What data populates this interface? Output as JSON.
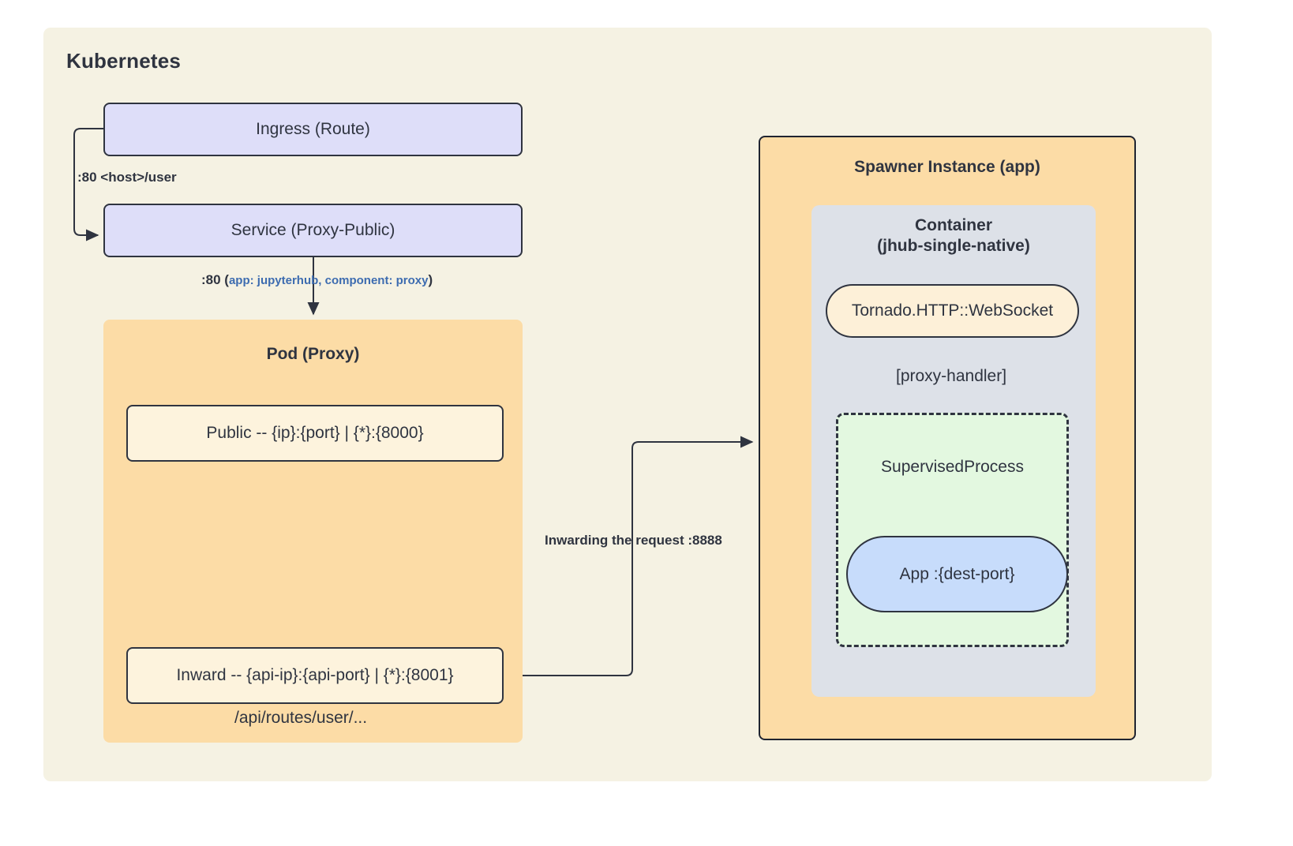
{
  "diagram": {
    "title": "Kubernetes",
    "boundary_name": "Kubernetes"
  },
  "k8s_nodes": {
    "ingress": "Ingress (Route)",
    "service": "Service (Proxy-Public)"
  },
  "pod_proxy": {
    "title": "Pod (Proxy)",
    "public_listener": "Public -- {ip}:{port} | {*}:{8000}",
    "inward_listener": "Inward -- {api-ip}:{api-port} | {*}:{8001}",
    "api_route_label": "/api/routes/user/..."
  },
  "spawner": {
    "title": "Spawner Instance (app)",
    "container_title_line1": "Container",
    "container_title_line2": "(jhub-single-native)",
    "websocket": "Tornado.HTTP::WebSocket",
    "proxy_handler_label": "[proxy-handler]",
    "supervised_process": "SupervisedProcess",
    "app": "App :{dest-port}"
  },
  "edges": {
    "ingress_to_service": ":80 <host>/user",
    "service_to_pod_port": ":80 (",
    "service_to_pod_selector": "app: jupyterhub, component: proxy",
    "service_to_pod_close": ")",
    "inward_to_spawner": "Inwarding the request :8888"
  },
  "colors": {
    "page_background": "#ffffff",
    "boundary_background": "#f5f2e3",
    "lavender_node": "#dedef9",
    "orange_group": "#fcdca6",
    "cream_node": "#fdf3dd",
    "grey_group": "#dde1e8",
    "green_dashed_group": "#e3f8e0",
    "blue_pill": "#c7dcfb",
    "stroke": "#2f3440",
    "accent_text": "#3d6cb0"
  }
}
